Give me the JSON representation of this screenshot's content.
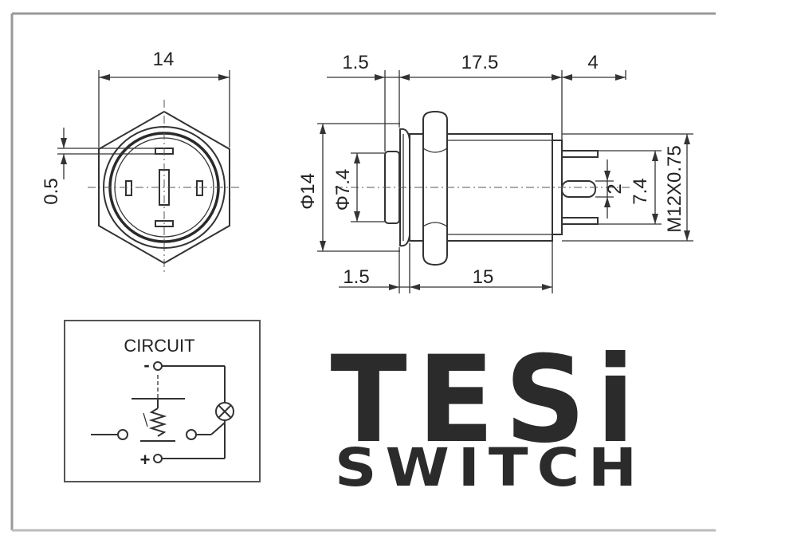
{
  "front_view": {
    "width_label": "14",
    "offset_label": "0.5"
  },
  "side_view": {
    "dim_top_left": "1.5",
    "dim_top_mid": "17.5",
    "dim_top_right": "4",
    "dia_body": "Φ14",
    "dia_button": "Φ7.4",
    "dim_bottom_left": "1.5",
    "dim_bottom_mid": "15",
    "terminal_pitch": "2",
    "terminal_span": "7.4",
    "thread": "M12X0.75"
  },
  "circuit": {
    "title": "CIRCUIT",
    "minus": "-",
    "plus": "+"
  },
  "logo": {
    "main": "TESi",
    "sub": "SWITCH"
  },
  "colors": {
    "line": "#333333",
    "logo": "#2b2b2b",
    "frame": "#999999"
  }
}
